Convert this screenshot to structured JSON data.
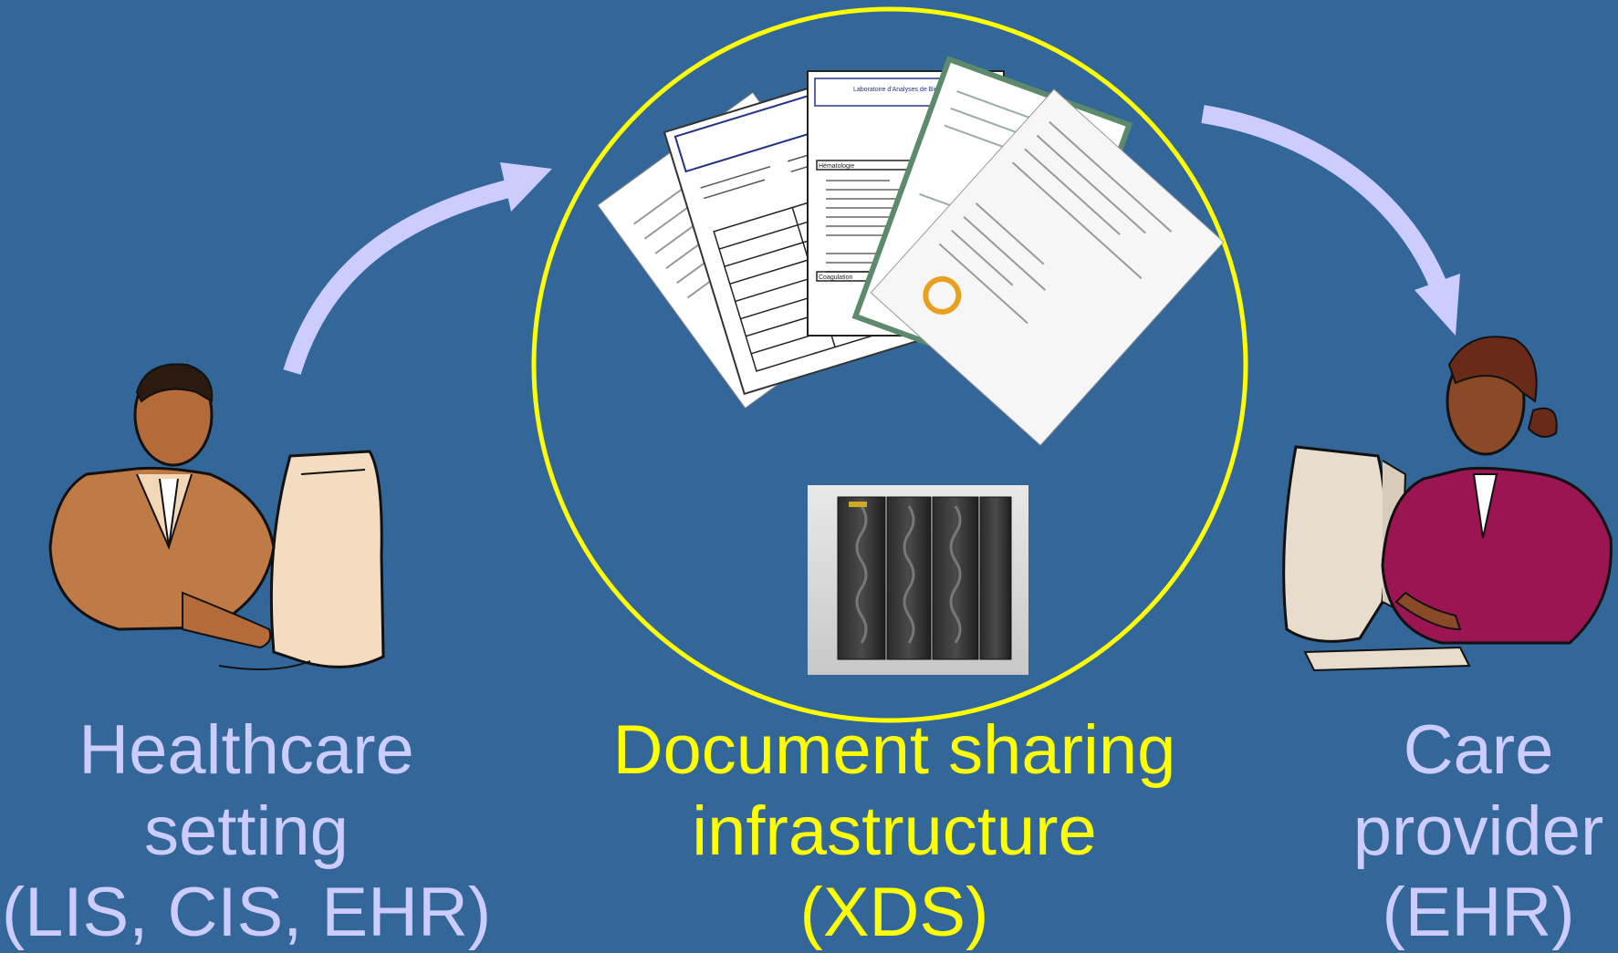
{
  "colors": {
    "background": "#336699",
    "actor_label": "#ccccff",
    "infrastructure_label": "#ffff00",
    "circle": "#ffff00",
    "arrow": "#ccccff"
  },
  "actors": {
    "source": {
      "icon": "person-at-computer-icon",
      "lines": [
        "Healthcare",
        "setting",
        "(LIS, CIS, EHR)"
      ]
    },
    "infrastructure": {
      "icons": [
        "lab-report-documents-icon",
        "server-rack-icon"
      ],
      "lines": [
        "Document sharing",
        "infrastructure",
        "(XDS)"
      ]
    },
    "consumer": {
      "icon": "person-at-computer-icon",
      "lines": [
        "Care",
        "provider",
        "(EHR)"
      ]
    }
  },
  "documents": {
    "header_text": "Laboratoire d'Analyses de Biologie Médicale",
    "section_1": "Hématologie",
    "section_2": "Coagulation"
  }
}
